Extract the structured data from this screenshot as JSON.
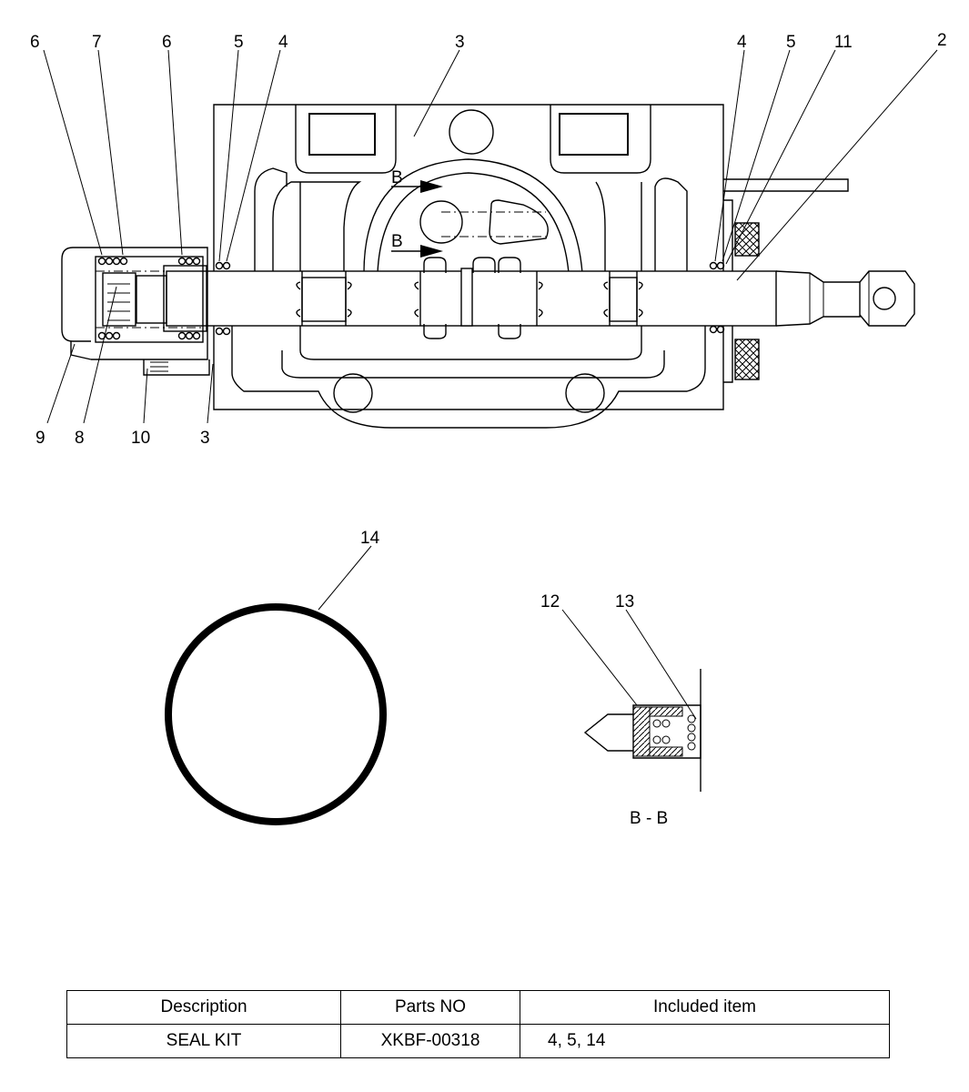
{
  "callouts": {
    "c6a": "6",
    "c7": "7",
    "c6b": "6",
    "c5a": "5",
    "c4a": "4",
    "c3top": "3",
    "c4b": "4",
    "c5b": "5",
    "c11": "11",
    "c2": "2",
    "c9": "9",
    "c8": "8",
    "c10": "10",
    "c3bot": "3",
    "c14": "14",
    "c12": "12",
    "c13": "13"
  },
  "section_marks": {
    "upper": "B",
    "lower": "B"
  },
  "section_label": "B - B",
  "table": {
    "headers": [
      "Description",
      "Parts NO",
      "Included item"
    ],
    "rows": [
      {
        "description": "SEAL KIT",
        "parts_no": "XKBF-00318",
        "included": "4, 5, 14"
      }
    ]
  }
}
